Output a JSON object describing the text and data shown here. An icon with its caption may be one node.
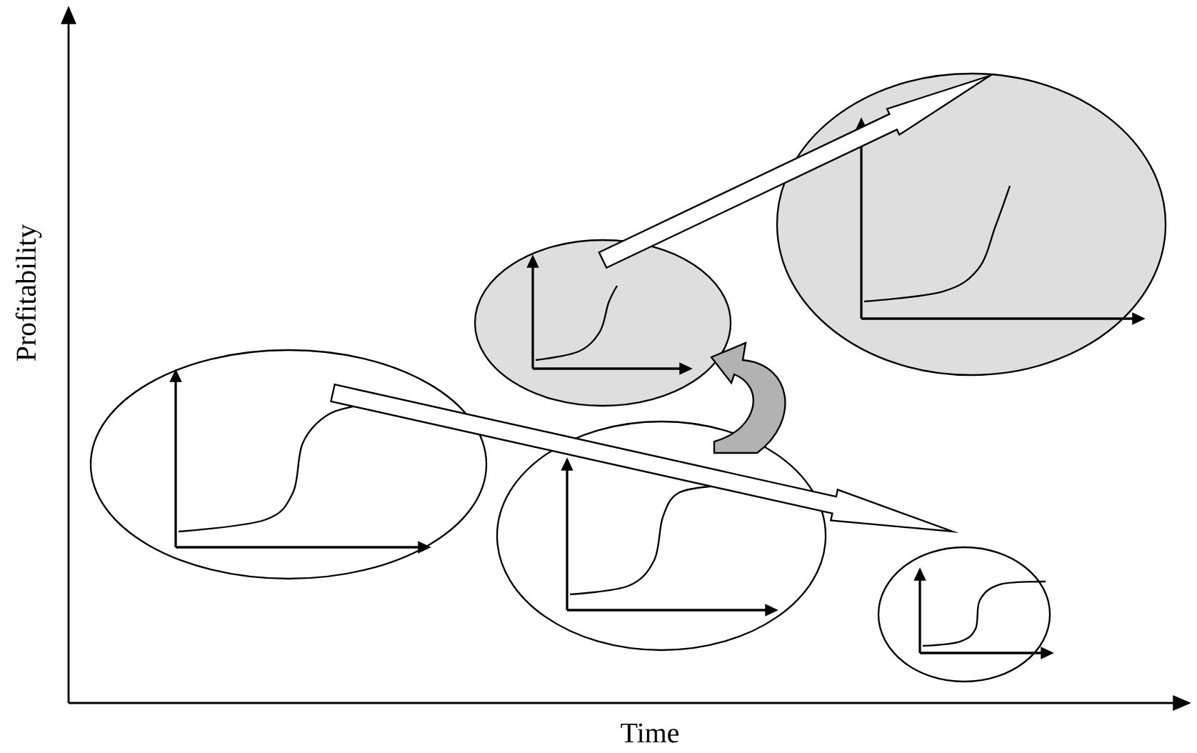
{
  "diagram": {
    "nodes": [
      {
        "text": [],
        "shape": "ellipse"
      },
      {
        "text": [],
        "shape": "ellipse"
      },
      {
        "text": [],
        "shape": "ellipse"
      },
      {
        "text": [],
        "shape": "ellipse"
      },
      {
        "text": [],
        "shape": "ellipse"
      }
    ],
    "edges": [
      {
        "from": 0,
        "to": 4,
        "arrow": "to"
      },
      {
        "from": 2,
        "to": 1,
        "arrow": "to"
      },
      {
        "from": 1,
        "to": 3,
        "arrow": "to"
      }
    ],
    "labels": [
      "Profitability",
      "Time"
    ]
  }
}
